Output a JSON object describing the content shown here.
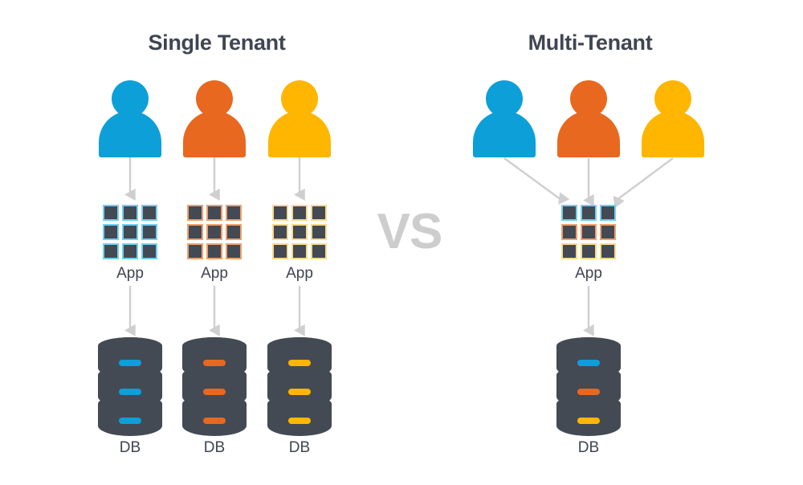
{
  "diagram": {
    "title_left": "Single Tenant",
    "title_right": "Multi-Tenant",
    "comparator": "VS",
    "app_label": "App",
    "db_label": "DB"
  },
  "colors": {
    "blue": "#0D9FD8",
    "orange": "#E8681F",
    "yellow": "#FFB600",
    "dark": "#434A54",
    "title": "#404553",
    "caption": "#3f4450",
    "arrow": "#CFCFCF",
    "vs": "#CDCDCD",
    "background": "#FFFFFF"
  },
  "single_tenant": {
    "title": "Single Tenant",
    "stacks": [
      {
        "tenant": "blue",
        "color": "#0D9FD8",
        "person_name": "user-blue",
        "app_label": "App",
        "app_border_color": "#6FD0F2",
        "db_label": "DB",
        "db_pill_colors": [
          "#0D9FD8",
          "#0D9FD8",
          "#0D9FD8"
        ]
      },
      {
        "tenant": "orange",
        "color": "#E8681F",
        "person_name": "user-orange",
        "app_label": "App",
        "app_border_color": "#F0A06A",
        "db_label": "DB",
        "db_pill_colors": [
          "#E8681F",
          "#E8681F",
          "#E8681F"
        ]
      },
      {
        "tenant": "yellow",
        "color": "#FFB600",
        "person_name": "user-yellow",
        "app_label": "App",
        "app_border_color": "#FFD98A",
        "db_label": "DB",
        "db_pill_colors": [
          "#FFB600",
          "#FFB600",
          "#FFB600"
        ]
      }
    ]
  },
  "multi_tenant": {
    "title": "Multi-Tenant",
    "persons": [
      {
        "tenant": "blue",
        "color": "#0D9FD8"
      },
      {
        "tenant": "orange",
        "color": "#E8681F"
      },
      {
        "tenant": "yellow",
        "color": "#FFB600"
      }
    ],
    "app_label": "App",
    "app_row_border_colors": [
      "#6FD0F2",
      "#F0A06A",
      "#FFD98A"
    ],
    "db_label": "DB",
    "db_pill_colors": [
      "#0D9FD8",
      "#E8681F",
      "#FFB600"
    ]
  }
}
